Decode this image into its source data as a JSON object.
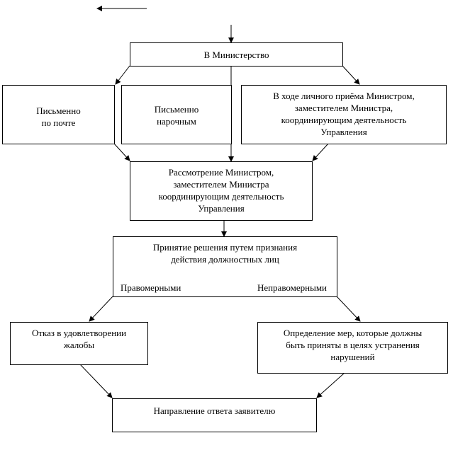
{
  "boxes": {
    "ministry": "В Министерство",
    "by_mail": [
      "Письменно",
      "по почте"
    ],
    "by_courier": [
      "Письменно",
      "нарочным"
    ],
    "personal": [
      "В ходе личного приёма Министром,",
      "заместителем Министра,",
      "координирующим деятельность",
      "Управления"
    ],
    "review": [
      "Рассмотрение Министром,",
      "заместителем Министра",
      "координирующим деятельность",
      "Управления"
    ],
    "decision": [
      "Принятие решения путем признания",
      "действия должностных лиц"
    ],
    "lawful": "Правомерными",
    "unlawful": "Неправомерными",
    "refusal": [
      "Отказ в удовлетворении",
      "жалобы"
    ],
    "measures": [
      "Определение мер, которые должны",
      "быть приняты в целях устранения",
      "нарушений"
    ],
    "reply": "Направление ответа заявителю"
  }
}
